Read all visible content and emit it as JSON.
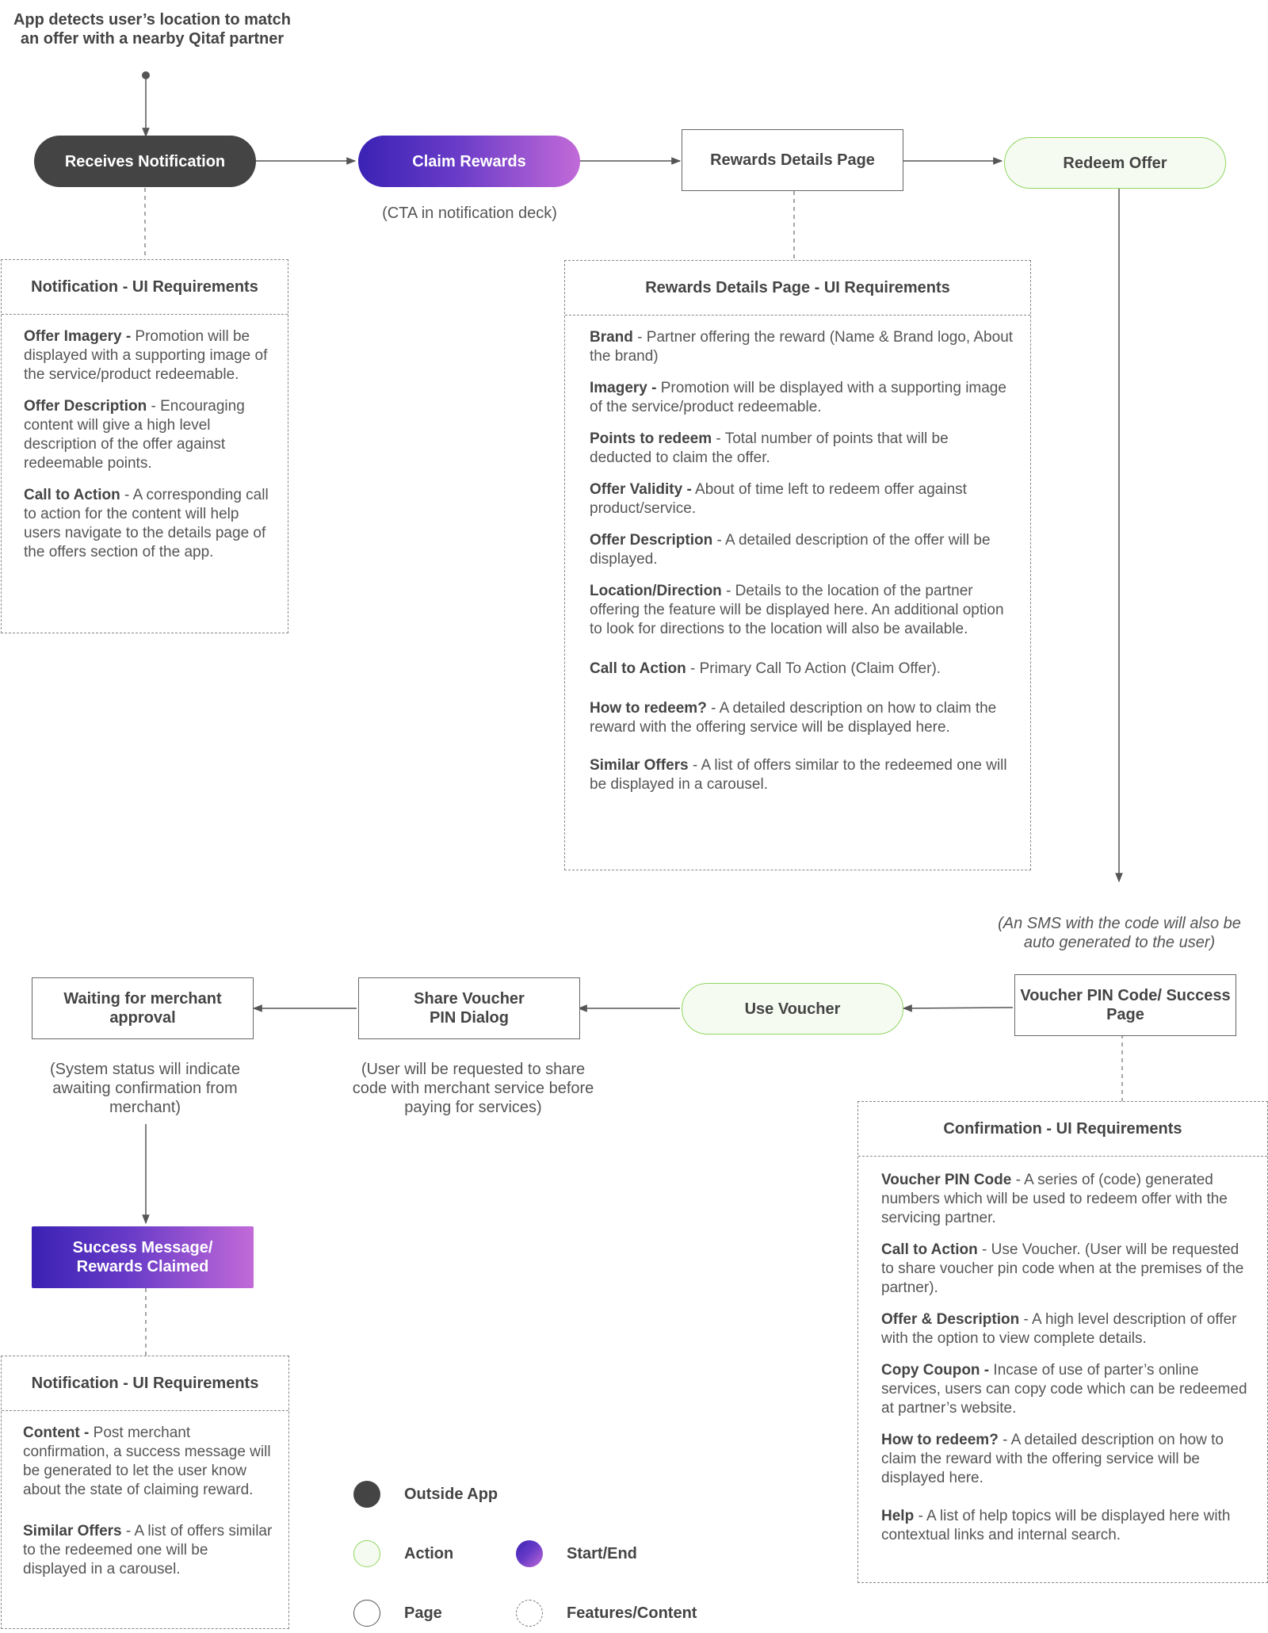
{
  "top_note": "App detects user’s location to match an offer with a nearby Qitaf partner",
  "nodes": {
    "receives_notification": "Receives Notification",
    "claim_rewards": "Claim Rewards",
    "rewards_details_page": "Rewards Details Page",
    "redeem_offer": "Redeem Offer",
    "voucher_pin_success": "Voucher PIN Code/ Success Page",
    "use_voucher": "Use Voucher",
    "share_voucher_dialog": "Share Voucher PIN Dialog",
    "waiting_for_merchant": "Waiting for merchant approval",
    "success_message": "Success Message/ Rewards Claimed"
  },
  "captions": {
    "cta_notification_deck": "(CTA in notification deck)",
    "sms_note": "(An SMS with the code will also be auto generated to the user)",
    "share_code_note": "(User will be requested to share code with merchant service before paying for services)",
    "system_status_note": "(System status will indicate awaiting confirmation from merchant)"
  },
  "notification_requirements": {
    "title": "Notification - UI Requirements",
    "items": [
      {
        "term": "Offer Imagery -",
        "desc": " Promotion will be displayed with a supporting image of the service/product redeemable."
      },
      {
        "term": "Offer Description",
        "desc": " - Encouraging content will give a high level description of the offer against redeemable points."
      },
      {
        "term": "Call to Action",
        "desc": " - A corresponding call to action for the content will help users navigate to the details page of the offers section of the app."
      }
    ]
  },
  "rewards_details_requirements": {
    "title": "Rewards Details Page - UI Requirements",
    "items": [
      {
        "term": "Brand",
        "desc": " - Partner offering the reward (Name & Brand logo, About the brand)"
      },
      {
        "term": "Imagery -",
        "desc": " Promotion will be displayed with a supporting image of the service/product redeemable."
      },
      {
        "term": "Points to redeem",
        "desc": " - Total number of points that will be deducted to claim the offer."
      },
      {
        "term": "Offer Validity -",
        "desc": " About of time left to redeem offer against product/service."
      },
      {
        "term": "Offer Description",
        "desc": " - A detailed description of the offer will be displayed."
      },
      {
        "term": "Location/Direction",
        "desc": " - Details to the location of the partner offering the feature will be displayed here. An additional option to look for directions to the location will also be available."
      },
      {
        "term": "Call to Action",
        "desc": " - Primary Call To Action (Claim Offer)."
      },
      {
        "term": "How to redeem?",
        "desc": " - A detailed description on how to claim the reward with the offering service will be displayed here."
      },
      {
        "term": "Similar Offers",
        "desc": " - A list of offers similar to the redeemed one will be displayed in a carousel."
      }
    ]
  },
  "confirmation_requirements": {
    "title": "Confirmation - UI Requirements",
    "items": [
      {
        "term": "Voucher PIN Code",
        "desc": " - A series of (code) generated numbers which will be used to redeem offer with the servicing partner."
      },
      {
        "term": "Call to Action",
        "desc": " - Use Voucher. (User will be requested to share voucher pin code when at the premises of the partner)."
      },
      {
        "term": "Offer & Description",
        "desc": " - A high level description of offer with the option to view complete details."
      },
      {
        "term": "Copy Coupon -",
        "desc": "  Incase of use of parter’s online services, users can copy code which can be redeemed at partner’s website."
      },
      {
        "term": "How to redeem?",
        "desc": " - A detailed description on how to claim the reward with the offering service will be displayed here."
      },
      {
        "term": "Help",
        "desc": " - A list of help topics will be displayed here with contextual links and internal search."
      }
    ]
  },
  "success_requirements": {
    "title": "Notification - UI Requirements",
    "items": [
      {
        "term": "Content -",
        "desc": " Post merchant confirmation, a success message will be generated to let the user know about the state of claiming reward."
      },
      {
        "term": "Similar Offers",
        "desc": " - A list of offers similar to the redeemed one will be displayed in a carousel."
      }
    ]
  },
  "legend": {
    "outside_app": "Outside App",
    "action": "Action",
    "start_end": "Start/End",
    "page": "Page",
    "features_content": "Features/Content"
  },
  "colors": {
    "outside_app": "#444444",
    "action_border": "#8fd660",
    "action_fill": "#f6fbf1",
    "gradient_start": "#3a22b4",
    "gradient_end": "#c26ad8",
    "line": "#555555"
  }
}
